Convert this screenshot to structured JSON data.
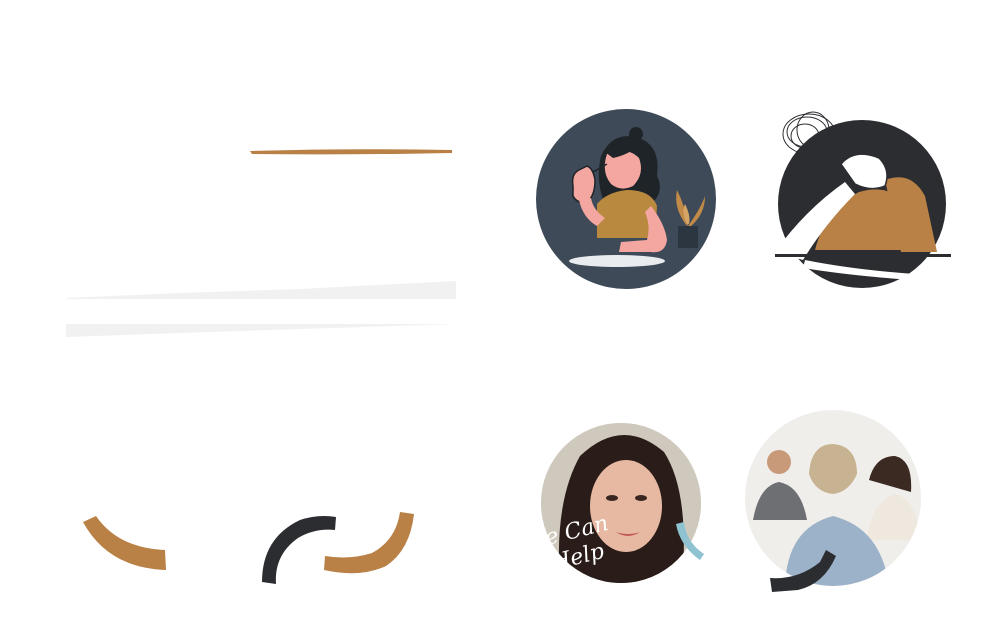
{
  "colors": {
    "accent_brown": "#b98145",
    "dark": "#2b2d31",
    "light_gray": "#f1f1f1",
    "slate": "#3e4a58",
    "light_blue": "#8fc3d1"
  },
  "illustrations": [
    {
      "name": "thinking-woman-illustration",
      "icon": "person-thinking-icon"
    },
    {
      "name": "stressed-person-illustration",
      "icon": "person-stressed-icon"
    }
  ],
  "photos": [
    {
      "name": "woman-portrait-photo",
      "caption_text": "e Can\nHelp"
    },
    {
      "name": "group-therapy-photo"
    }
  ]
}
